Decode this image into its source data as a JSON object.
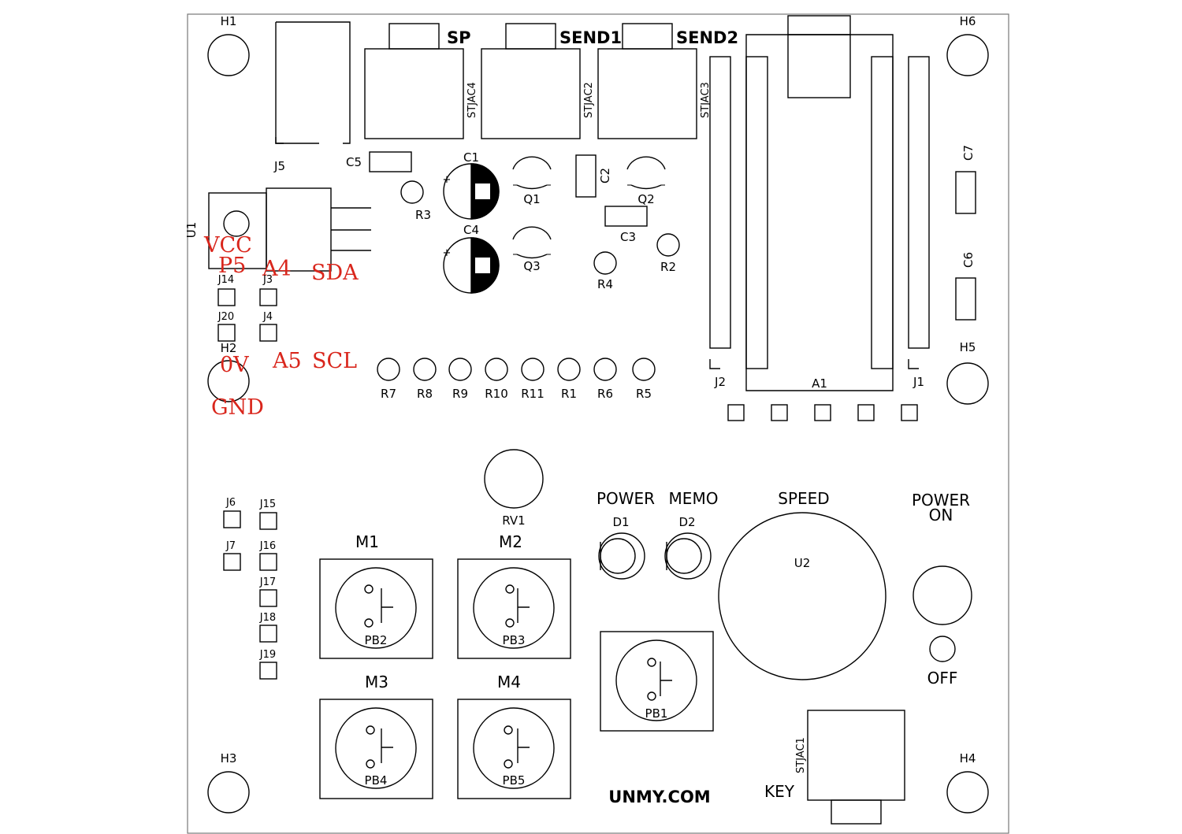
{
  "holes": {
    "h1": "H1",
    "h2": "H2",
    "h3": "H3",
    "h4": "H4",
    "h5": "H5",
    "h6": "H6"
  },
  "jacks": {
    "sp": "SP",
    "send1": "SEND1",
    "send2": "SEND2",
    "stjac1": "STJAC1",
    "stjac2": "STJAC2",
    "stjac3": "STJAC3",
    "stjac4": "STJAC4"
  },
  "connectors": {
    "j1": "J1",
    "j2": "J2",
    "j3": "J3",
    "j4": "J4",
    "j5": "J5",
    "j6": "J6",
    "j7": "J7",
    "j14": "J14",
    "j15": "J15",
    "j16": "J16",
    "j17": "J17",
    "j18": "J18",
    "j19": "J19",
    "j20": "J20"
  },
  "capacitors": {
    "c1": "C1",
    "c2": "C2",
    "c3": "C3",
    "c4": "C4",
    "c5": "C5",
    "c6": "C6",
    "c7": "C7"
  },
  "transistors": {
    "q1": "Q1",
    "q2": "Q2",
    "q3": "Q3"
  },
  "resistors": {
    "r1": "R1",
    "r2": "R2",
    "r3": "R3",
    "r4": "R4",
    "r5": "R5",
    "r6": "R6",
    "r7": "R7",
    "r8": "R8",
    "r9": "R9",
    "r10": "R10",
    "r11": "R11",
    "rv1": "RV1"
  },
  "ics": {
    "u1": "U1",
    "u2": "U2",
    "a1": "A1"
  },
  "leds": {
    "d1": "D1",
    "d2": "D2"
  },
  "buttons": {
    "pb1": "PB1",
    "pb2": "PB2",
    "pb3": "PB3",
    "pb4": "PB4",
    "pb5": "PB5"
  },
  "annotations": {
    "vcc": "VCC",
    "p5": "P5",
    "a4": "A4",
    "sda": "SDA",
    "zero_v": "0V",
    "a5": "A5",
    "scl": "SCL",
    "gnd": "GND"
  },
  "labels": {
    "m1": "M1",
    "m2": "M2",
    "m3": "M3",
    "m4": "M4",
    "power": "POWER",
    "memo": "MEMO",
    "speed": "SPEED",
    "power_on_1": "POWER",
    "power_on_2": "ON",
    "off": "OFF",
    "key": "KEY",
    "brand": "UNMY.COM"
  },
  "colors": {
    "annotation": "#d9261c",
    "silkscreen": "#000000"
  }
}
